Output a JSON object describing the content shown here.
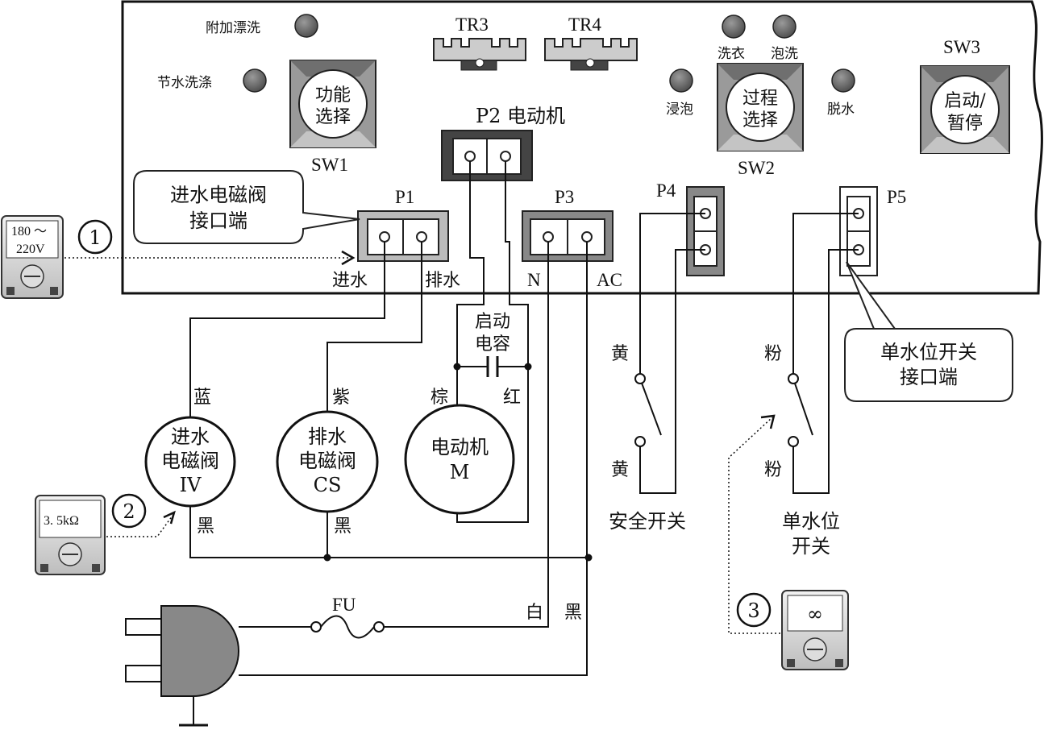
{
  "panel": {
    "led_fujia": "附加漂洗",
    "led_jieshui": "节水洗涤",
    "sw1_text": [
      "功能",
      "选择"
    ],
    "sw1_label": "SW1",
    "tr3": "TR3",
    "tr4": "TR4",
    "p2_label": "P2 电动机",
    "led_xiyi": "洗衣",
    "led_paoxi": "泡洗",
    "led_jinpao": "浸泡",
    "led_tuoshui": "脱水",
    "sw2_text": [
      "过程",
      "选择"
    ],
    "sw2_label": "SW2",
    "sw3_label": "SW3",
    "sw3_text": [
      "启动/",
      "暂停"
    ],
    "p1_label": "P1",
    "p3_label": "P3",
    "p4_label": "P4",
    "p5_label": "P5",
    "jinshui": "进水",
    "paishui": "排水",
    "n_label": "N",
    "ac_label": "AC"
  },
  "callouts": {
    "valve_port": [
      "进水电磁阀",
      "接口端"
    ],
    "level_port": [
      "单水位开关",
      "接口端"
    ]
  },
  "meters": {
    "m1_reading": [
      "180 ～",
      "220V"
    ],
    "m1_num": "1",
    "m2_reading": "3. 5kΩ",
    "m2_num": "2",
    "m3_reading": "∞",
    "m3_num": "3"
  },
  "components": {
    "start_cap": [
      "启动",
      "电容"
    ],
    "iv_text": [
      "进水",
      "电磁阀",
      "IV"
    ],
    "cs_text": [
      "排水",
      "电磁阀",
      "CS"
    ],
    "motor_text": [
      "电动机",
      "M"
    ],
    "safety_switch": "安全开关",
    "level_switch": [
      "单水位",
      "开关"
    ],
    "fuse": "FU"
  },
  "wires": {
    "blue": "蓝",
    "purple": "紫",
    "brown": "棕",
    "red": "红",
    "black1": "黑",
    "black2": "黑",
    "white": "白",
    "black3": "黑",
    "yellow1": "黄",
    "yellow2": "黄",
    "pink1": "粉",
    "pink2": "粉"
  }
}
